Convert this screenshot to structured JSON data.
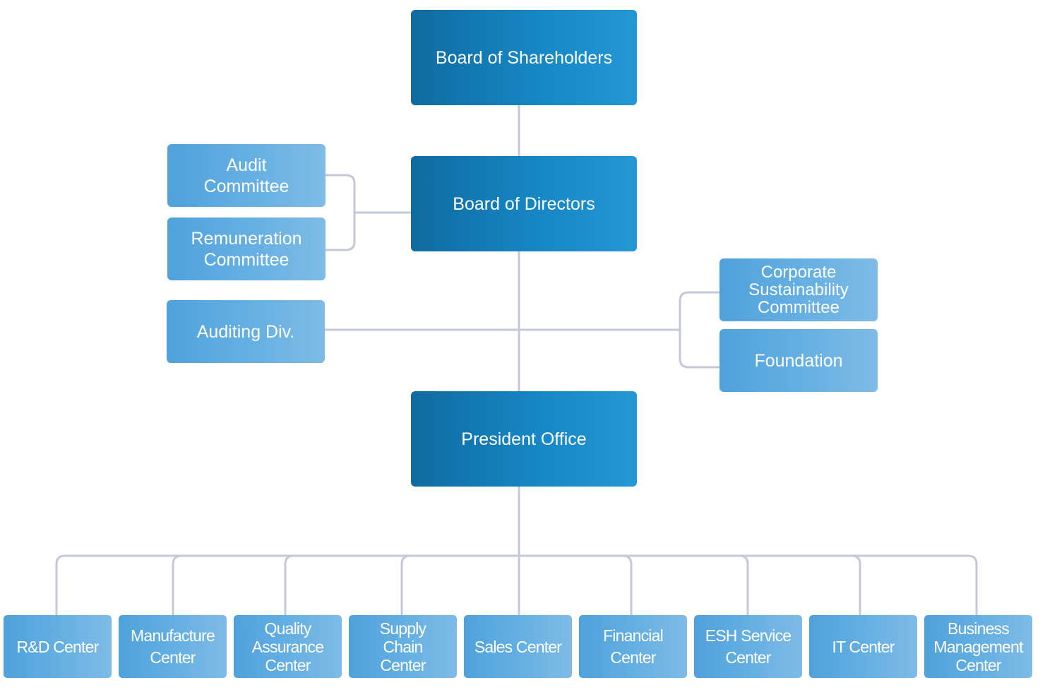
{
  "colors": {
    "primary_box": "#1478b4",
    "secondary_box": "#64aee2",
    "connector": "#c4c8d8",
    "text": "#ffffff"
  },
  "top": {
    "shareholders": "Board of Shareholders",
    "directors": "Board of Directors",
    "president": "President Office"
  },
  "committees": {
    "audit": "Audit\nCommittee",
    "remuneration": "Remuneration\nCommittee",
    "auditing_div": "Auditing Div.",
    "sustainability": "Corporate\nSustainability\nCommittee",
    "foundation": "Foundation"
  },
  "centers": [
    "R&D Center",
    "Manufacture\nCenter",
    "Quality\nAssurance\nCenter",
    "Supply\nChain\nCenter",
    "Sales Center",
    "Financial\nCenter",
    "ESH Service\nCenter",
    "IT Center",
    "Business\nManagement\nCenter"
  ]
}
